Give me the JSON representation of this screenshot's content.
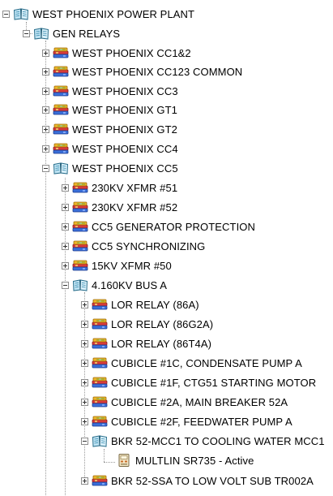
{
  "tree": {
    "root": {
      "label": "WEST PHOENIX POWER PLANT",
      "icon": "book-open-icon",
      "expanded": true
    },
    "gen_relays": {
      "label": "GEN RELAYS",
      "icon": "book-open-icon",
      "expanded": true
    },
    "gen_relays_children": [
      {
        "label": "WEST PHOENIX CC1&2",
        "icon": "relay-books-icon",
        "expanded": false
      },
      {
        "label": "WEST PHOENIX CC123 COMMON",
        "icon": "relay-books-icon",
        "expanded": false
      },
      {
        "label": "WEST PHOENIX CC3",
        "icon": "relay-books-icon",
        "expanded": false
      },
      {
        "label": "WEST PHOENIX GT1",
        "icon": "relay-books-icon",
        "expanded": false
      },
      {
        "label": "WEST PHOENIX GT2",
        "icon": "relay-books-icon",
        "expanded": false
      },
      {
        "label": "WEST PHOENIX CC4",
        "icon": "relay-books-icon",
        "expanded": false
      }
    ],
    "cc5": {
      "label": "WEST PHOENIX CC5",
      "icon": "book-open-icon",
      "expanded": true
    },
    "cc5_children": [
      {
        "label": "230KV XFMR #51",
        "icon": "relay-books-icon",
        "expanded": false
      },
      {
        "label": "230KV XFMR #52",
        "icon": "relay-books-icon",
        "expanded": false
      },
      {
        "label": "CC5 GENERATOR PROTECTION",
        "icon": "relay-books-icon",
        "expanded": false
      },
      {
        "label": "CC5 SYNCHRONIZING",
        "icon": "relay-books-icon",
        "expanded": false
      },
      {
        "label": "15KV XFMR #50",
        "icon": "relay-books-icon",
        "expanded": false
      }
    ],
    "bus_a": {
      "label": "4.160KV BUS A",
      "icon": "book-open-icon",
      "expanded": true
    },
    "bus_a_children": [
      {
        "label": "LOR RELAY (86A)",
        "icon": "relay-books-icon",
        "expanded": false
      },
      {
        "label": "LOR RELAY (86G2A)",
        "icon": "relay-books-icon",
        "expanded": false
      },
      {
        "label": "LOR RELAY (86T4A)",
        "icon": "relay-books-icon",
        "expanded": false
      },
      {
        "label": "CUBICLE #1C, CONDENSATE PUMP A",
        "icon": "relay-books-icon",
        "expanded": false
      },
      {
        "label": "CUBICLE #1F, CTG51 STARTING MOTOR",
        "icon": "relay-books-icon",
        "expanded": false
      },
      {
        "label": "CUBICLE #2A, MAIN BREAKER 52A",
        "icon": "relay-books-icon",
        "expanded": false
      },
      {
        "label": "CUBICLE #2F, FEEDWATER PUMP A",
        "icon": "relay-books-icon",
        "expanded": false
      }
    ],
    "bkr_mcc1": {
      "label": "BKR 52-MCC1 TO COOLING WATER MCC1",
      "icon": "book-open-icon",
      "expanded": true
    },
    "bkr_mcc1_children": [
      {
        "label": "MULTLIN SR735 - Active",
        "icon": "relay-device-icon"
      }
    ],
    "bkr_ssa": {
      "label": "BKR 52-SSA TO LOW VOLT SUB TR002A",
      "icon": "relay-books-icon",
      "expanded": false
    }
  }
}
